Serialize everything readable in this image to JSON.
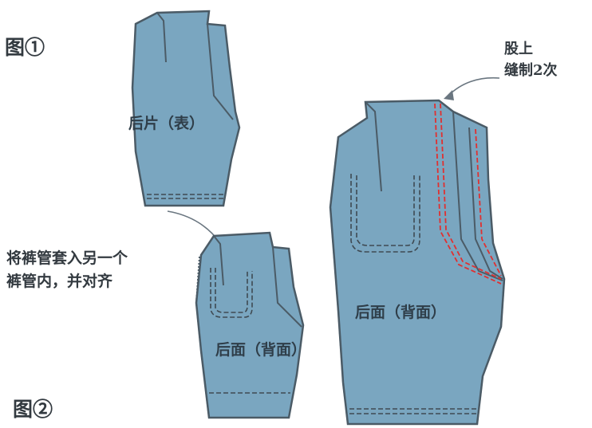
{
  "figure_labels": {
    "fig1": "图①",
    "fig2": "图②"
  },
  "instruction_note": {
    "line1": "将裤管套入另一个",
    "line2": "裤管内，并对齐"
  },
  "crotch_note": {
    "line1": "股上",
    "line2": "缝制2次"
  },
  "panel_labels": {
    "back_piece": "后片（表）",
    "front_back_small": "后面（背面）",
    "front_back_large": "后面（背面）"
  },
  "colors": {
    "fabric": "#7aa6c0",
    "outline": "#4b5b66",
    "stitch": "#3f4a52",
    "red_stitch": "#e03030",
    "text": "#333a40"
  }
}
